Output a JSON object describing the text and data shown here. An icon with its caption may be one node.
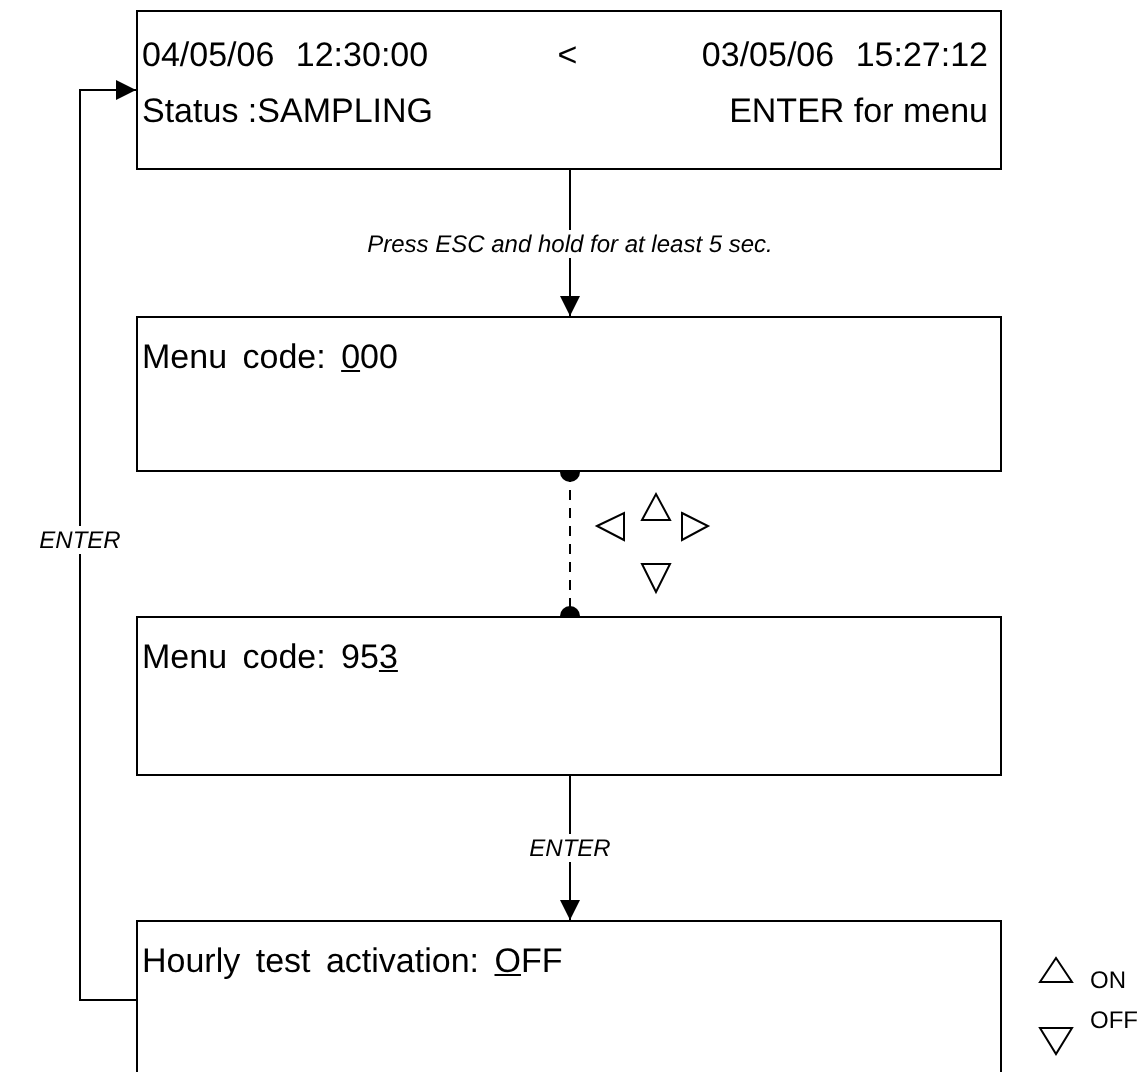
{
  "diagram": {
    "nodes": [
      {
        "text": [
          "04/05/06 12:30:00",
          "<",
          "03/05/06 15:27:12",
          "Status :SAMPLING",
          "ENTER for menu"
        ]
      },
      {
        "text": [
          "Menu code: 000"
        ]
      },
      {
        "text": [
          "Menu code: 953"
        ]
      },
      {
        "text": [
          "Hourly test activation: OFF"
        ]
      }
    ],
    "edges": [
      {
        "from": 0,
        "to": 1,
        "arrow": "to",
        "label": "Press ESC and hold for at least 5 sec."
      },
      {
        "from": 1,
        "to": 2,
        "arrow": "other",
        "style": "dashed"
      },
      {
        "from": 2,
        "to": 3,
        "arrow": "to",
        "label": "ENTER"
      },
      {
        "from": 3,
        "to": 0,
        "arrow": "to",
        "label": "ENTER"
      }
    ],
    "labels": [
      "ON",
      "OFF"
    ]
  }
}
